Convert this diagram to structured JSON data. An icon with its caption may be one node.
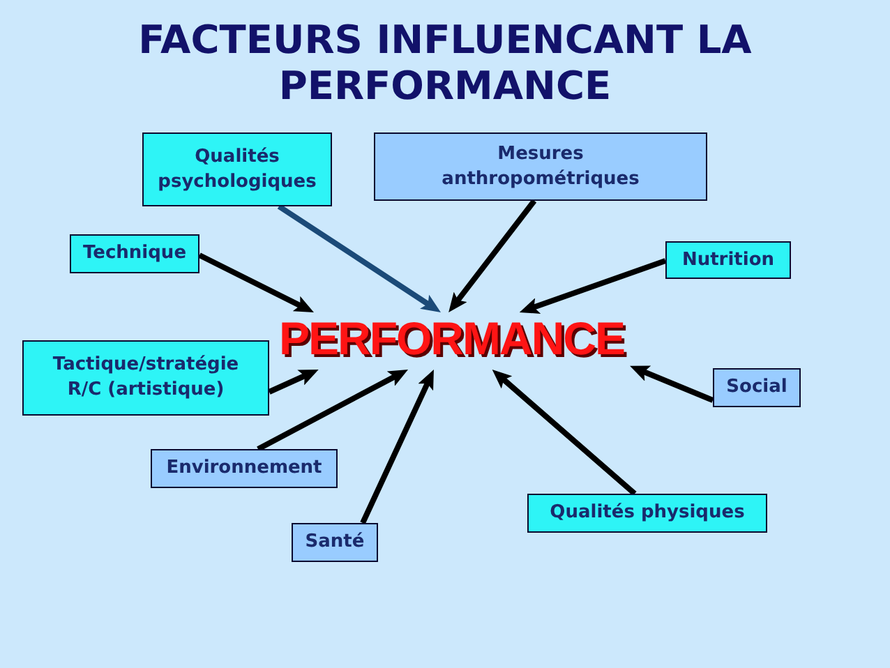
{
  "diagram": {
    "title": "FACTEURS INFLUENCANT LA PERFORMANCE",
    "nodes": [
      {
        "text": [
          "Qualités psychologiques"
        ]
      },
      {
        "text": [
          "Mesures anthropométriques"
        ]
      },
      {
        "text": [
          "Technique"
        ]
      },
      {
        "text": [
          "Nutrition"
        ]
      },
      {
        "text": [
          "PERFORMANCE"
        ]
      },
      {
        "text": [
          "Tactique/stratégie R/C (artistique)"
        ]
      },
      {
        "text": [
          "Social"
        ]
      },
      {
        "text": [
          "Environnement"
        ]
      },
      {
        "text": [
          "Santé"
        ]
      },
      {
        "text": [
          "Qualités physiques"
        ]
      }
    ],
    "edges": [
      {
        "from": 0,
        "to": 4,
        "arrow": "to",
        "color": "#1b4a78"
      },
      {
        "from": 1,
        "to": 4,
        "arrow": "to"
      },
      {
        "from": 2,
        "to": 4,
        "arrow": "to"
      },
      {
        "from": 3,
        "to": 4,
        "arrow": "to"
      },
      {
        "from": 6,
        "to": 4,
        "arrow": "to"
      },
      {
        "from": 5,
        "to": 4,
        "arrow": "to"
      },
      {
        "from": 9,
        "to": 4,
        "arrow": "to"
      },
      {
        "from": 7,
        "to": 4,
        "arrow": "to"
      },
      {
        "from": 8,
        "to": 4,
        "arrow": "to"
      }
    ]
  }
}
